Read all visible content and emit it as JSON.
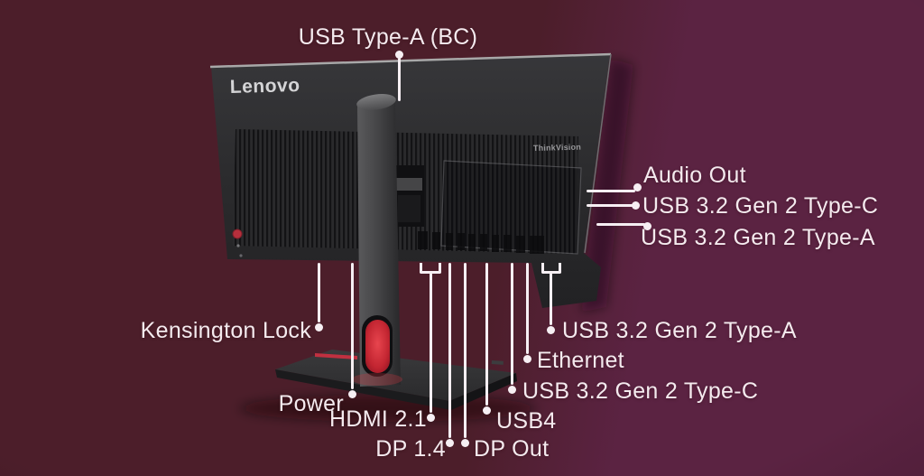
{
  "scene": {
    "brand_logo": "Lenovo",
    "model_badge": "ThinkVision"
  },
  "colors": {
    "bg_left": "#4c1e2a",
    "bg_right": "#5b2342",
    "label_text": "#f4eaee",
    "line": "#f6eff3",
    "monitor_body": "#2b2b2d",
    "monitor_edge_highlight": "#a8a8a8",
    "accent_red": "#c03040",
    "cable_glow_red": "#d8353f"
  },
  "callouts": [
    {
      "id": "usb-type-a-bc",
      "label": "USB Type-A (BC)"
    },
    {
      "id": "audio-out",
      "label": "Audio Out"
    },
    {
      "id": "usb-3-2-type-c-right",
      "label": "USB 3.2 Gen 2 Type-C"
    },
    {
      "id": "usb-3-2-type-a-right",
      "label": "USB 3.2 Gen 2 Type-A"
    },
    {
      "id": "kensington-lock",
      "label": "Kensington Lock"
    },
    {
      "id": "usb-3-2-type-a-bottom",
      "label": "USB 3.2 Gen 2 Type-A"
    },
    {
      "id": "ethernet",
      "label": "Ethernet"
    },
    {
      "id": "usb-3-2-type-c-bottom",
      "label": "USB 3.2 Gen 2 Type-C"
    },
    {
      "id": "power",
      "label": "Power"
    },
    {
      "id": "hdmi-2-1",
      "label": "HDMI 2.1"
    },
    {
      "id": "usb4",
      "label": "USB4"
    },
    {
      "id": "dp-1-4",
      "label": "DP 1.4"
    },
    {
      "id": "dp-out",
      "label": "DP Out"
    }
  ]
}
